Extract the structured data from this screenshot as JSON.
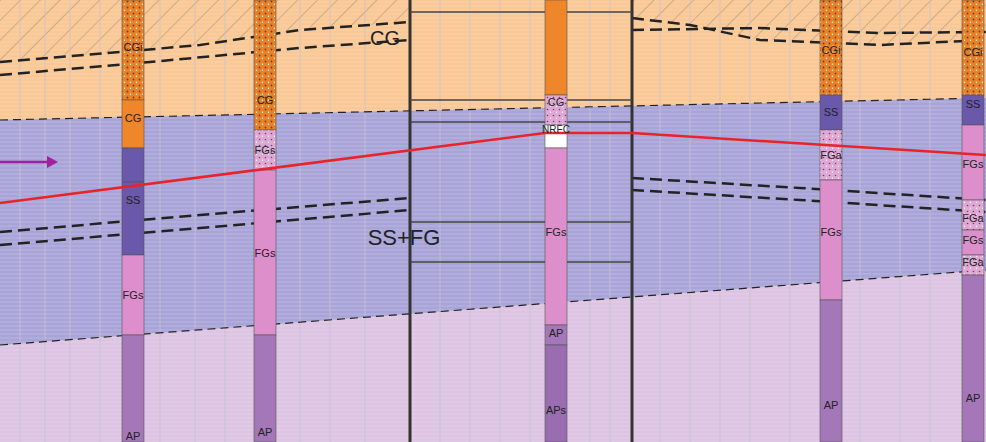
{
  "diagram": {
    "labels": [
      "CG",
      "SS+FG",
      "CGi",
      "CG",
      "SS",
      "FGs",
      "AP",
      "CG",
      "FGs",
      "FGs",
      "AP",
      "CG",
      "NRFC",
      "FGs",
      "AP",
      "APs",
      "CGi",
      "SS",
      "FGa",
      "FGs",
      "AP",
      "CGi",
      "SS",
      "FGs",
      "FGa",
      "FGs",
      "FGa",
      "AP"
    ]
  }
}
